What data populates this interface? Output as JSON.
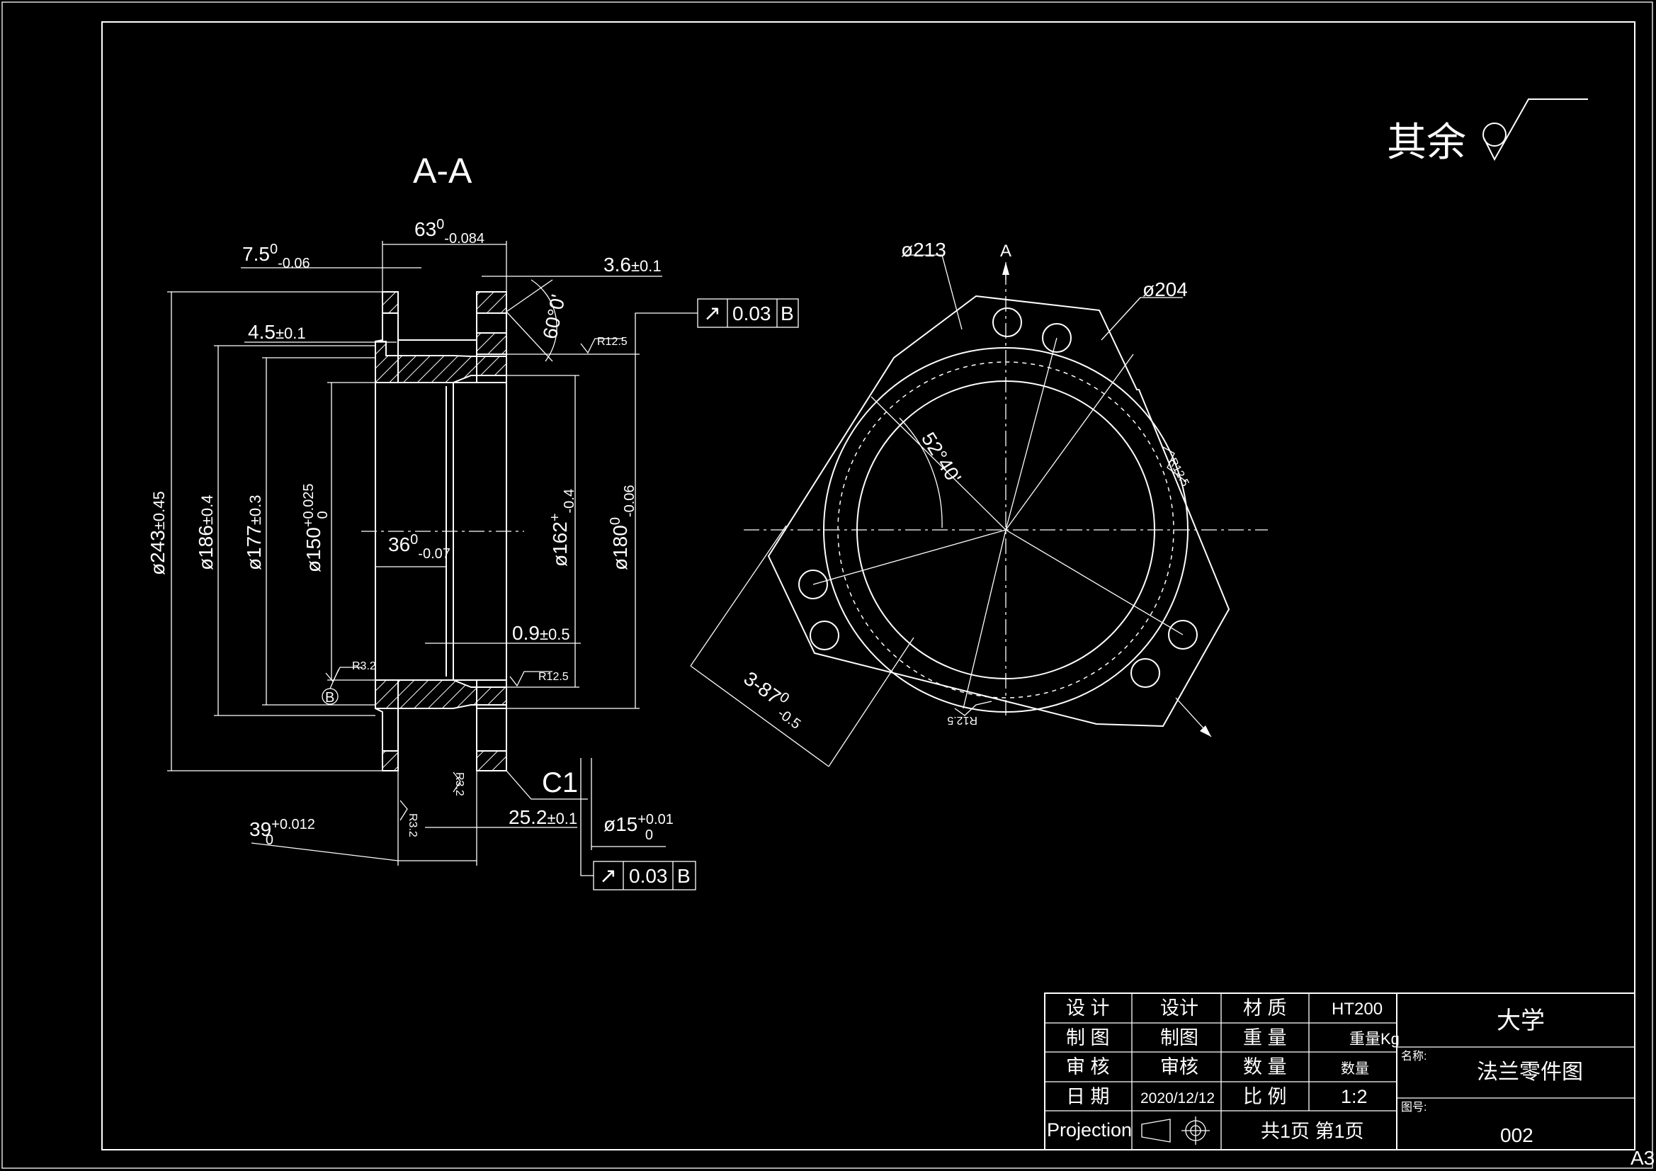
{
  "sheet": {
    "size_label": "A3",
    "roughness_note": "其余",
    "section_label": "A-A",
    "section_arrow_label": "A"
  },
  "section_view": {
    "dims": {
      "width": "63",
      "width_tol": "0",
      "width_tol_low": "-0.084",
      "flange": "7.5",
      "flange_tol": "0",
      "flange_tol_low": "-0.06",
      "step": "3.6",
      "step_tol": "±0.1",
      "recess": "4.5",
      "recess_tol": "±0.1",
      "angle": "60°0'",
      "d243": "ø243",
      "d243_tol": "±0.45",
      "d186": "ø186",
      "d186_tol": "±0.4",
      "d177": "ø177",
      "d177_tol": "±0.3",
      "d150": "ø150",
      "d150_tol_up": "+0.025",
      "d150_tol_low": "0",
      "d162": "ø162",
      "d162_tol_up": "+",
      "d162_tol_low": "-0.4",
      "d180": "ø180",
      "d180_tol_up": "0",
      "d180_tol_low": "-0.06",
      "depth36": "36",
      "depth36_tol_up": "0",
      "depth36_tol_low": "-0.07",
      "gap": "0.9",
      "gap_tol": "±0.5",
      "len25": "25.2",
      "len25_tol": "±0.1",
      "len39": "39",
      "len39_tol_up": "+0.012",
      "len39_tol_low": "0",
      "hole15": "ø15",
      "hole15_tol_up": "+0.01",
      "hole15_tol_low": "0",
      "chamfer": "C1",
      "datum": "B"
    },
    "roughness": [
      "R12.5",
      "R12.5",
      "R3.2",
      "R3.2",
      "R3.2"
    ],
    "tolerance_frames": [
      {
        "symbol": "↗",
        "value": "0.03",
        "datum": "B"
      },
      {
        "symbol": "↗",
        "value": "0.03",
        "datum": "B"
      }
    ]
  },
  "front_view": {
    "d213": "ø213",
    "d204": "ø204",
    "angle": "52°40'",
    "holes": "3-8",
    "holes_tol_up": "7",
    "holes_tol_up2": "0",
    "holes_tol_low": "-0.5",
    "roughness": [
      "R12.5",
      "R12.5"
    ]
  },
  "title_block": {
    "rows": [
      {
        "label": "设  计",
        "value": "设计",
        "label2": "材  质",
        "value2": "HT200"
      },
      {
        "label": "制  图",
        "value": "制图",
        "label2": "重  量",
        "value2": "重量Kg"
      },
      {
        "label": "审  核",
        "value": "审核",
        "label2": "数  量",
        "value2": "数量"
      },
      {
        "label": "日  期",
        "value": "2020/12/12",
        "label2": "比  例",
        "value2": "1:2"
      }
    ],
    "projection_label": "Projection",
    "pages": "共1页  第1页",
    "school": "大学",
    "name_label": "名称:",
    "part_name": "法兰零件图",
    "number_label": "图号:",
    "drawing_number": "002"
  }
}
